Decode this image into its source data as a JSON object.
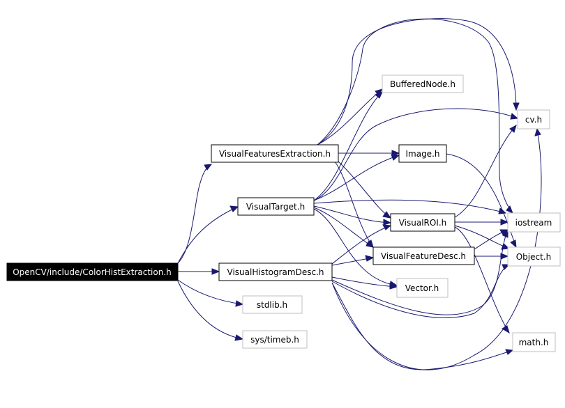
{
  "colors": {
    "edge": "#191970",
    "documented_border": "#000000",
    "undocumented_border": "#bfbfbf",
    "root_fill": "#000000",
    "root_text": "#ffffff",
    "node_fill": "#ffffff",
    "node_text": "#000000"
  },
  "nodes": {
    "root": {
      "label": "OpenCV/include/ColorHistExtraction.h",
      "kind": "root"
    },
    "vfe": {
      "label": "VisualFeaturesExtraction.h",
      "kind": "documented"
    },
    "vt": {
      "label": "VisualTarget.h",
      "kind": "documented"
    },
    "vhd": {
      "label": "VisualHistogramDesc.h",
      "kind": "documented"
    },
    "stdlib": {
      "label": "stdlib.h",
      "kind": "external"
    },
    "timeb": {
      "label": "sys/timeb.h",
      "kind": "external"
    },
    "buffered": {
      "label": "BufferedNode.h",
      "kind": "external"
    },
    "image": {
      "label": "Image.h",
      "kind": "documented"
    },
    "vroi": {
      "label": "VisualROI.h",
      "kind": "documented"
    },
    "vfd": {
      "label": "VisualFeatureDesc.h",
      "kind": "documented"
    },
    "vector": {
      "label": "Vector.h",
      "kind": "external"
    },
    "cv": {
      "label": "cv.h",
      "kind": "external"
    },
    "iostream": {
      "label": "iostream",
      "kind": "external"
    },
    "object": {
      "label": "Object.h",
      "kind": "external"
    },
    "math": {
      "label": "math.h",
      "kind": "external"
    }
  },
  "edges": [
    {
      "from": "root",
      "to": "vfe"
    },
    {
      "from": "root",
      "to": "vt"
    },
    {
      "from": "root",
      "to": "vhd"
    },
    {
      "from": "root",
      "to": "stdlib"
    },
    {
      "from": "root",
      "to": "timeb"
    },
    {
      "from": "vfe",
      "to": "buffered"
    },
    {
      "from": "vfe",
      "to": "image"
    },
    {
      "from": "vfe",
      "to": "cv"
    },
    {
      "from": "vfe",
      "to": "iostream"
    },
    {
      "from": "vfe",
      "to": "vroi"
    },
    {
      "from": "vfe",
      "to": "vfd"
    },
    {
      "from": "vt",
      "to": "buffered"
    },
    {
      "from": "vt",
      "to": "image"
    },
    {
      "from": "vt",
      "to": "cv"
    },
    {
      "from": "vt",
      "to": "iostream"
    },
    {
      "from": "vt",
      "to": "vroi"
    },
    {
      "from": "vt",
      "to": "vfd"
    },
    {
      "from": "vt",
      "to": "vector"
    },
    {
      "from": "vhd",
      "to": "vroi"
    },
    {
      "from": "vhd",
      "to": "vfd"
    },
    {
      "from": "vhd",
      "to": "vector"
    },
    {
      "from": "vhd",
      "to": "iostream"
    },
    {
      "from": "vhd",
      "to": "object"
    },
    {
      "from": "vhd",
      "to": "math"
    },
    {
      "from": "vhd",
      "to": "cv"
    },
    {
      "from": "image",
      "to": "object"
    },
    {
      "from": "vroi",
      "to": "iostream"
    },
    {
      "from": "vroi",
      "to": "object"
    },
    {
      "from": "vroi",
      "to": "math"
    },
    {
      "from": "vroi",
      "to": "cv"
    },
    {
      "from": "vfd",
      "to": "object"
    },
    {
      "from": "vfd",
      "to": "iostream"
    }
  ]
}
